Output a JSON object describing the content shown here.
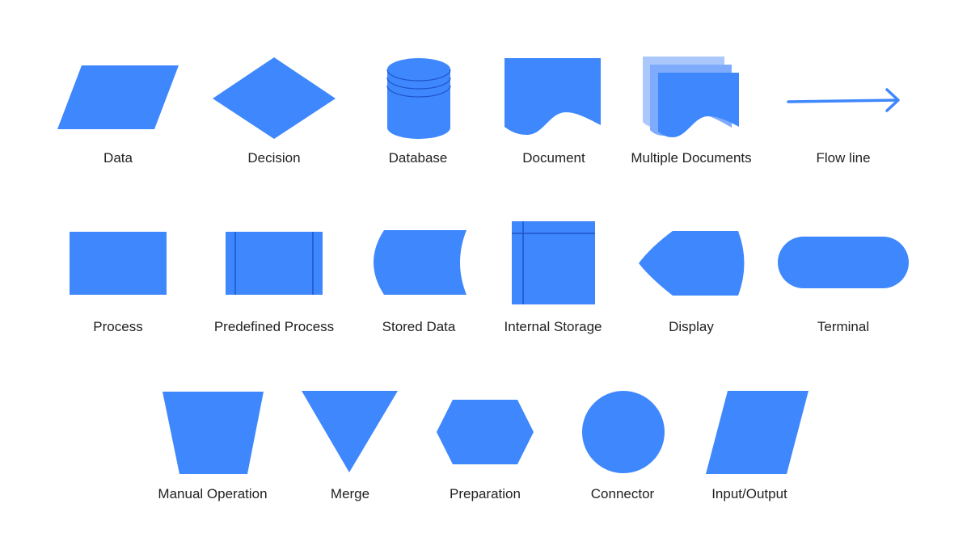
{
  "colors": {
    "shape_fill": "#3f87fd",
    "shape_line": "#1e55c8",
    "doc_back_light": "#aac8fc",
    "doc_back_mid": "#7eabfb",
    "label_text": "#222222",
    "background": "#ffffff"
  },
  "rows": [
    {
      "shapes": [
        {
          "icon": "data-parallelogram-icon",
          "label": "Data"
        },
        {
          "icon": "decision-diamond-icon",
          "label": "Decision"
        },
        {
          "icon": "database-cylinder-icon",
          "label": "Database"
        },
        {
          "icon": "document-icon",
          "label": "Document"
        },
        {
          "icon": "multiple-documents-icon",
          "label": "Multiple Documents"
        },
        {
          "icon": "flow-line-arrow-icon",
          "label": "Flow line"
        }
      ]
    },
    {
      "shapes": [
        {
          "icon": "process-rectangle-icon",
          "label": "Process"
        },
        {
          "icon": "predefined-process-icon",
          "label": "Predefined Process"
        },
        {
          "icon": "stored-data-icon",
          "label": "Stored Data"
        },
        {
          "icon": "internal-storage-icon",
          "label": "Internal Storage"
        },
        {
          "icon": "display-icon",
          "label": "Display"
        },
        {
          "icon": "terminal-icon",
          "label": "Terminal"
        }
      ]
    },
    {
      "shapes": [
        {
          "icon": "manual-operation-icon",
          "label": "Manual Operation"
        },
        {
          "icon": "merge-triangle-icon",
          "label": "Merge"
        },
        {
          "icon": "preparation-hexagon-icon",
          "label": "Preparation"
        },
        {
          "icon": "connector-circle-icon",
          "label": "Connector"
        },
        {
          "icon": "input-output-parallelogram-icon",
          "label": "Input/Output"
        }
      ]
    }
  ]
}
